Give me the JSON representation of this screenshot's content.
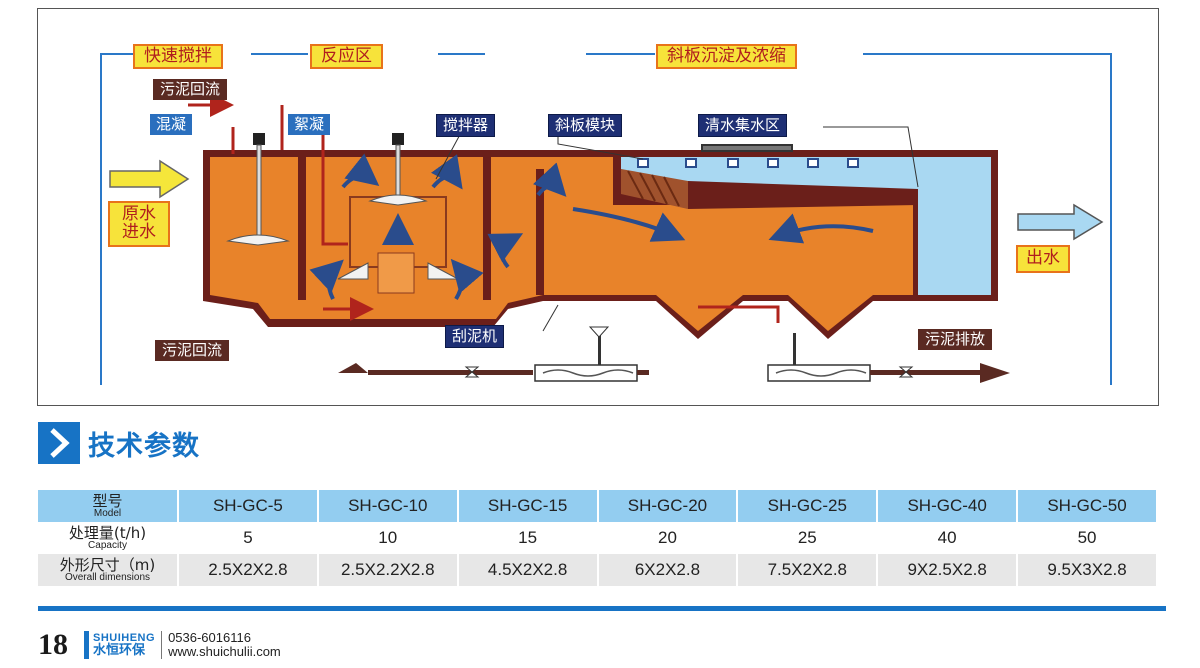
{
  "diagram": {
    "zones": {
      "rapid_mixing": "快速搅拌",
      "reaction": "反应区",
      "settling": "斜板沉淀及浓缩"
    },
    "labels": {
      "sludge_return_top": "污泥回流",
      "coagulation": "混凝",
      "flocculation": "絮凝",
      "agitator": "搅拌器",
      "inclined_plate_module": "斜板模块",
      "clear_water_zone": "清水集水区",
      "raw_water_inlet": "原水进水",
      "outlet": "出水",
      "scraper": "刮泥机",
      "sludge_return_bottom": "污泥回流",
      "sludge_discharge": "污泥排放"
    },
    "colors": {
      "tank_orange": "#e8832a",
      "tank_wall": "#6b1f1a",
      "water_blue": "#a9d8f2",
      "flow_blue": "#2a4c8c",
      "inlet_arrow": "#f5e63a",
      "outlet_arrow": "#a9d8f2"
    }
  },
  "section": {
    "title": "技术参数",
    "icon": "chevron-right-icon"
  },
  "table": {
    "rows": [
      {
        "label_zh": "型号",
        "label_en": "Model",
        "cells": [
          "SH-GC-5",
          "SH-GC-10",
          "SH-GC-15",
          "SH-GC-20",
          "SH-GC-25",
          "SH-GC-40",
          "SH-GC-50"
        ]
      },
      {
        "label_zh": "处理量(t/h)",
        "label_en": "Capacity",
        "cells": [
          "5",
          "10",
          "15",
          "20",
          "25",
          "40",
          "50"
        ]
      },
      {
        "label_zh": "外形尺寸（m)",
        "label_en": "Overall dimensions",
        "cells": [
          "2.5X2X2.8",
          "2.5X2.2X2.8",
          "4.5X2X2.8",
          "6X2X2.8",
          "7.5X2X2.8",
          "9X2.5X2.8",
          "9.5X3X2.8"
        ]
      }
    ]
  },
  "footer": {
    "page_number": "18",
    "brand_en": "SHUIHENG",
    "brand_cn": "水恒环保",
    "phone": "0536-6016116",
    "website": "www.shuichulii.com"
  }
}
